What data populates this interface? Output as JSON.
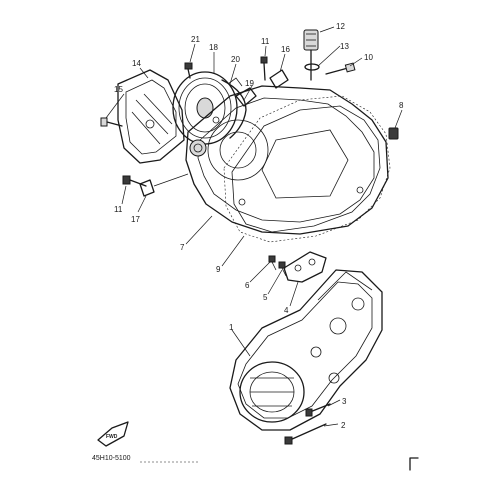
{
  "diagram": {
    "callouts": [
      {
        "id": "c1",
        "label": "1"
      },
      {
        "id": "c2",
        "label": "2"
      },
      {
        "id": "c3",
        "label": "3"
      },
      {
        "id": "c4",
        "label": "4"
      },
      {
        "id": "c5",
        "label": "5"
      },
      {
        "id": "c6",
        "label": "6"
      },
      {
        "id": "c7",
        "label": "7"
      },
      {
        "id": "c8",
        "label": "8"
      },
      {
        "id": "c9",
        "label": "9"
      },
      {
        "id": "c10",
        "label": "10"
      },
      {
        "id": "c11a",
        "label": "11"
      },
      {
        "id": "c11b",
        "label": "11"
      },
      {
        "id": "c12",
        "label": "12"
      },
      {
        "id": "c13",
        "label": "13"
      },
      {
        "id": "c14",
        "label": "14"
      },
      {
        "id": "c15",
        "label": "15"
      },
      {
        "id": "c16",
        "label": "16"
      },
      {
        "id": "c17",
        "label": "17"
      },
      {
        "id": "c18",
        "label": "18"
      },
      {
        "id": "c19",
        "label": "19"
      },
      {
        "id": "c20",
        "label": "20"
      },
      {
        "id": "c21",
        "label": "21"
      }
    ],
    "fwd_label": "FWD",
    "part_code": "45H10-5100"
  }
}
